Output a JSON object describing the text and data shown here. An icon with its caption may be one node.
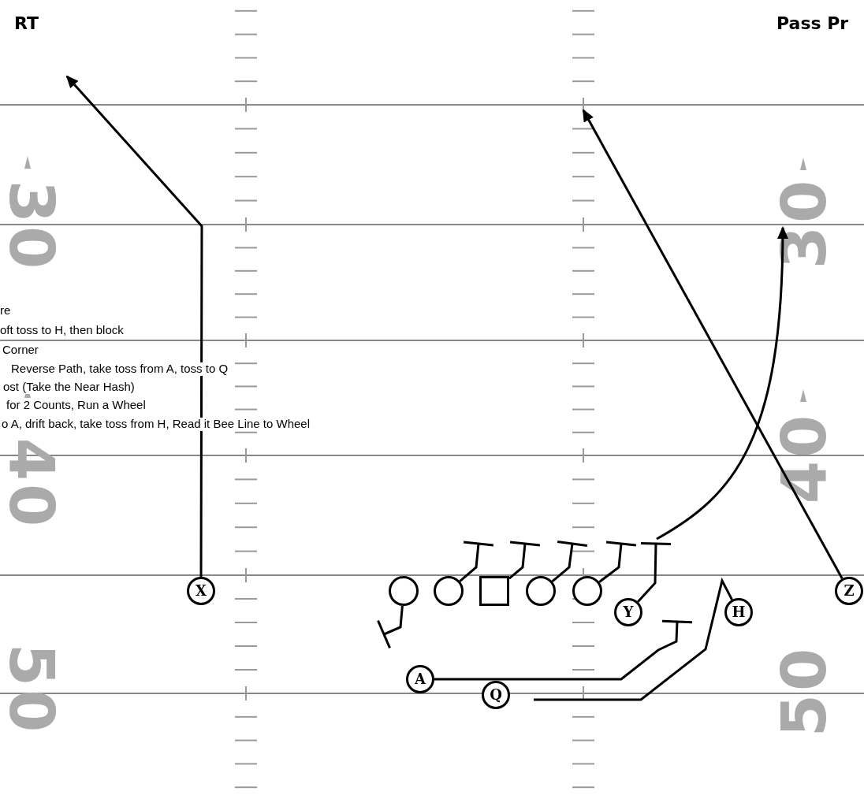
{
  "diagram": {
    "nodes": [
      {
        "text": [
          "X"
        ]
      },
      {
        "text": [],
        "shape": "circle"
      },
      {
        "text": [],
        "shape": "circle"
      },
      {
        "text": [],
        "shape": "box"
      },
      {
        "text": [],
        "shape": "circle"
      },
      {
        "text": [],
        "shape": "circle"
      },
      {
        "text": [
          "Z"
        ]
      },
      {
        "text": [
          "Y"
        ]
      },
      {
        "text": [
          "H"
        ]
      },
      {
        "text": [
          "A"
        ]
      },
      {
        "text": [
          "Q"
        ]
      }
    ],
    "edges": [
      {
        "from": 0,
        "to": null,
        "arrow": "to"
      },
      {
        "from": 6,
        "to": null,
        "arrow": "to"
      },
      {
        "from": 1,
        "to": null,
        "arrow": "other"
      },
      {
        "from": 2,
        "to": null,
        "arrow": "other"
      },
      {
        "from": 3,
        "to": null,
        "arrow": "other"
      },
      {
        "from": 4,
        "to": null,
        "arrow": "other"
      },
      {
        "from": 5,
        "to": null,
        "arrow": "other"
      },
      {
        "from": 7,
        "to": null,
        "arrow": "other"
      },
      {
        "from": 9,
        "to": null,
        "arrow": "other"
      },
      {
        "from": 8,
        "to": null,
        "arrow": "none"
      }
    ],
    "labels": [
      "RT",
      "Pass Pr",
      "30",
      "30",
      "re",
      "oft toss to H, then block",
      "Corner",
      "Reverse Path, take toss from A, toss to Q",
      "ost (Take the Near Hash)",
      "for 2 Counts, Run a Wheel",
      "o A, drift back, take toss from H, Read it Bee Line to Wheel",
      "40",
      "40",
      "50",
      "50"
    ]
  }
}
